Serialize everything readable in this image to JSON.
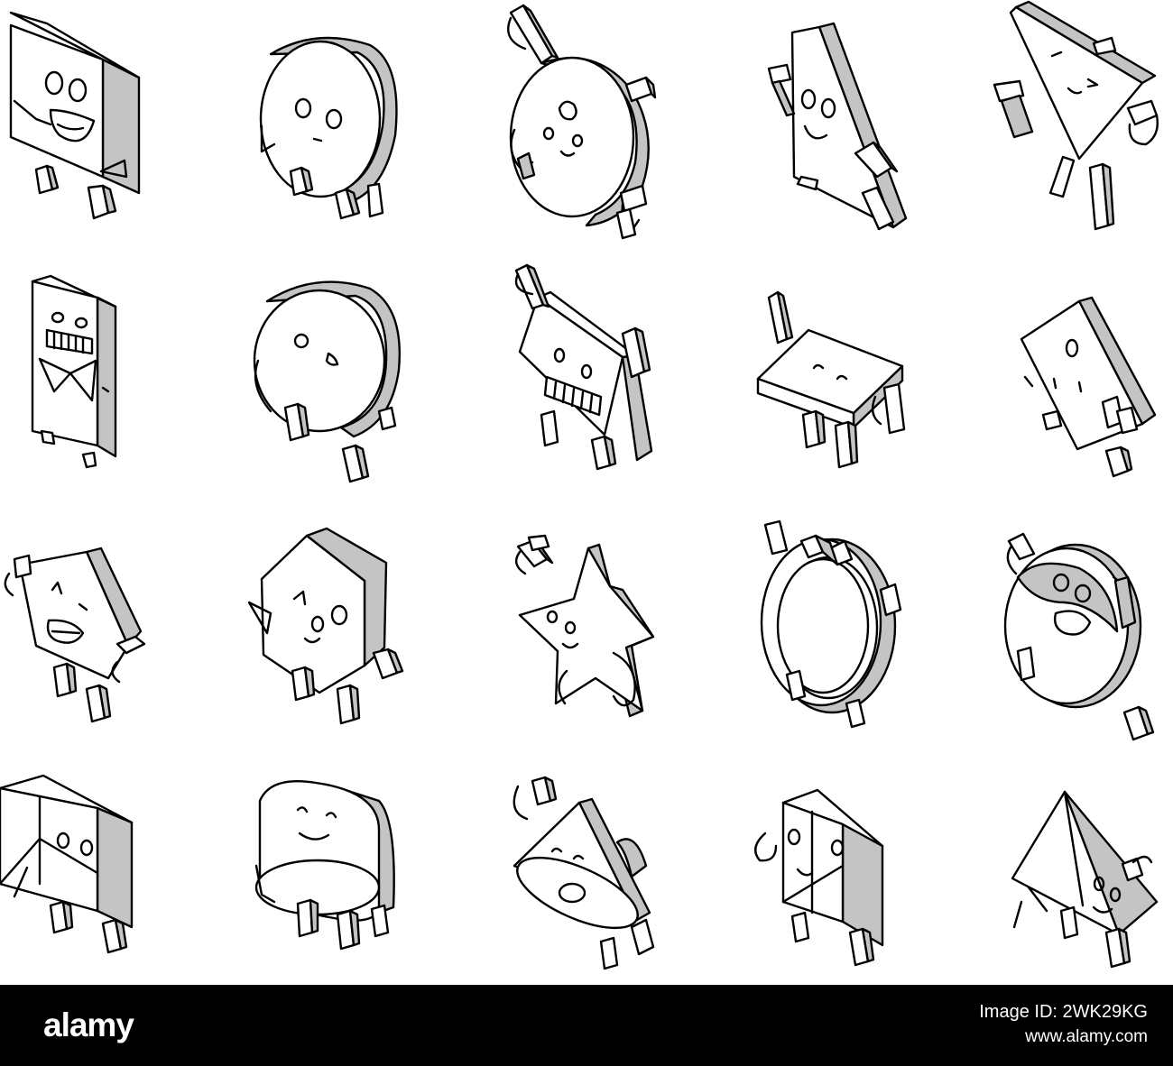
{
  "illustration": {
    "style": "isometric outline icon set",
    "colors": {
      "background": "#ffffff",
      "stroke": "#000000",
      "side_fill": "#c4c4c4"
    },
    "icons": [
      {
        "name": "laughing-square-character-icon"
      },
      {
        "name": "calm-circle-character-icon"
      },
      {
        "name": "waving-circle-character-icon"
      },
      {
        "name": "thin-triangle-character-icon"
      },
      {
        "name": "triangle-character-with-bags-icon"
      },
      {
        "name": "tall-rectangle-character-icon"
      },
      {
        "name": "smiling-oval-character-icon"
      },
      {
        "name": "cheering-rectangle-character-icon"
      },
      {
        "name": "wide-rectangle-character-icon"
      },
      {
        "name": "kite-rhombus-character-icon"
      },
      {
        "name": "pentagon-character-icon"
      },
      {
        "name": "hexagon-character-icon"
      },
      {
        "name": "star-character-icon"
      },
      {
        "name": "ring-character-icon"
      },
      {
        "name": "surprised-sphere-character-icon"
      },
      {
        "name": "box-prism-character-icon"
      },
      {
        "name": "cylinder-character-icon"
      },
      {
        "name": "cone-character-icon"
      },
      {
        "name": "cube-character-icon"
      },
      {
        "name": "pyramid-character-icon"
      }
    ]
  },
  "stock_bar": {
    "logo": "alamy",
    "credit_line_1": "Image ID: 2WK29KG",
    "credit_line_2": "www.alamy.com",
    "colors": {
      "background": "#000000",
      "text": "#ffffff"
    }
  }
}
